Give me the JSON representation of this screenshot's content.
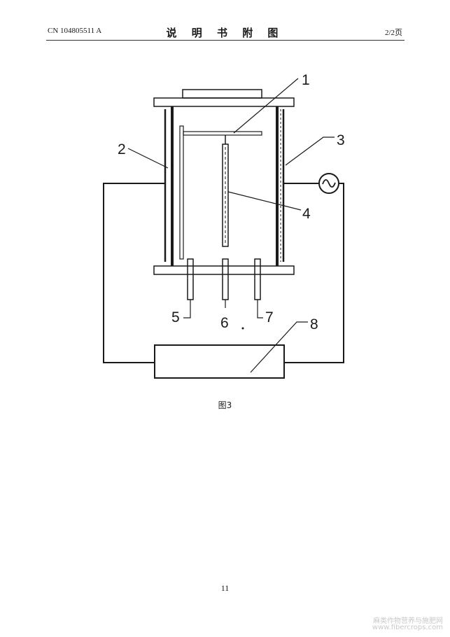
{
  "header": {
    "patent_number": "CN 104805511 A",
    "section_title": "说 明 书 附 图",
    "page_indicator": "2/2页"
  },
  "figure": {
    "caption": "图3",
    "labels": [
      "1",
      "2",
      "3",
      "4",
      "5",
      "6",
      "7",
      "8"
    ]
  },
  "footer": {
    "page_number": "11"
  },
  "watermark": {
    "line1": "麻类作物营养与施肥网",
    "line2": "www.fibercrops.com"
  }
}
